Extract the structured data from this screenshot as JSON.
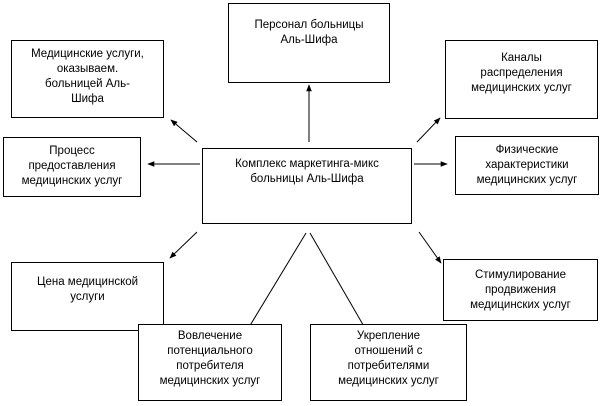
{
  "center": "Комплекс маркетинга-микс\nбольницы Аль-Шифа",
  "nodes": {
    "staff": "Персонал больницы\nАль-Шифа",
    "services": "Медицинские услуги,\nоказываем.\nбольницей Аль-\nШифа",
    "channels": "Каналы\nраспределения\nмедицинских услуг",
    "process": "Процесс\nпредоставления\nмедицинских услуг",
    "physical": "Физические\nхарактеристики\nмедицинских услуг",
    "price": "Цена медицинской\nуслуги",
    "promotion": "Стимулирование\nпродвижения\nмедицинских услуг",
    "involvement": "Вовлечение\nпотенциального\nпотребителя\nмедицинских услуг",
    "relations": "Укрепление\nотношений с\nпотребителями\nмедицинских услуг"
  }
}
